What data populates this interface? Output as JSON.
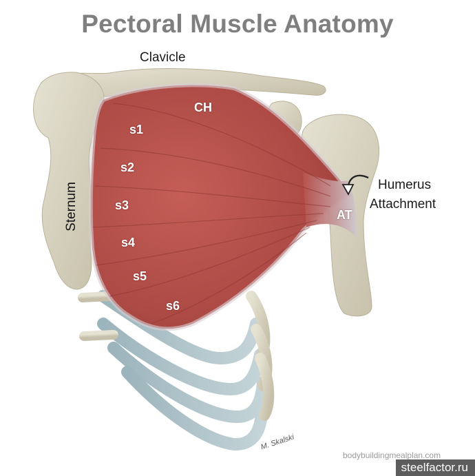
{
  "title": "Pectoral Muscle Anatomy",
  "labels": {
    "clavicle": "Clavicle",
    "sternum": "Sternum",
    "humerus_line1": "Humerus",
    "humerus_line2": "Attachment"
  },
  "segments": {
    "ch": "CH",
    "s1": "s1",
    "s2": "s2",
    "s3": "s3",
    "s4": "s4",
    "s5": "s5",
    "s6": "s6",
    "at": "AT"
  },
  "watermarks": {
    "site": "bodybuildingmealplan.com",
    "badge": "steelfactor.ru",
    "signature": "M. Skalski"
  },
  "colors": {
    "bone": "#d8d3c0",
    "muscle": "#b5524d",
    "cartilage": "#a9bfc5",
    "title": "#7f7f7f"
  }
}
